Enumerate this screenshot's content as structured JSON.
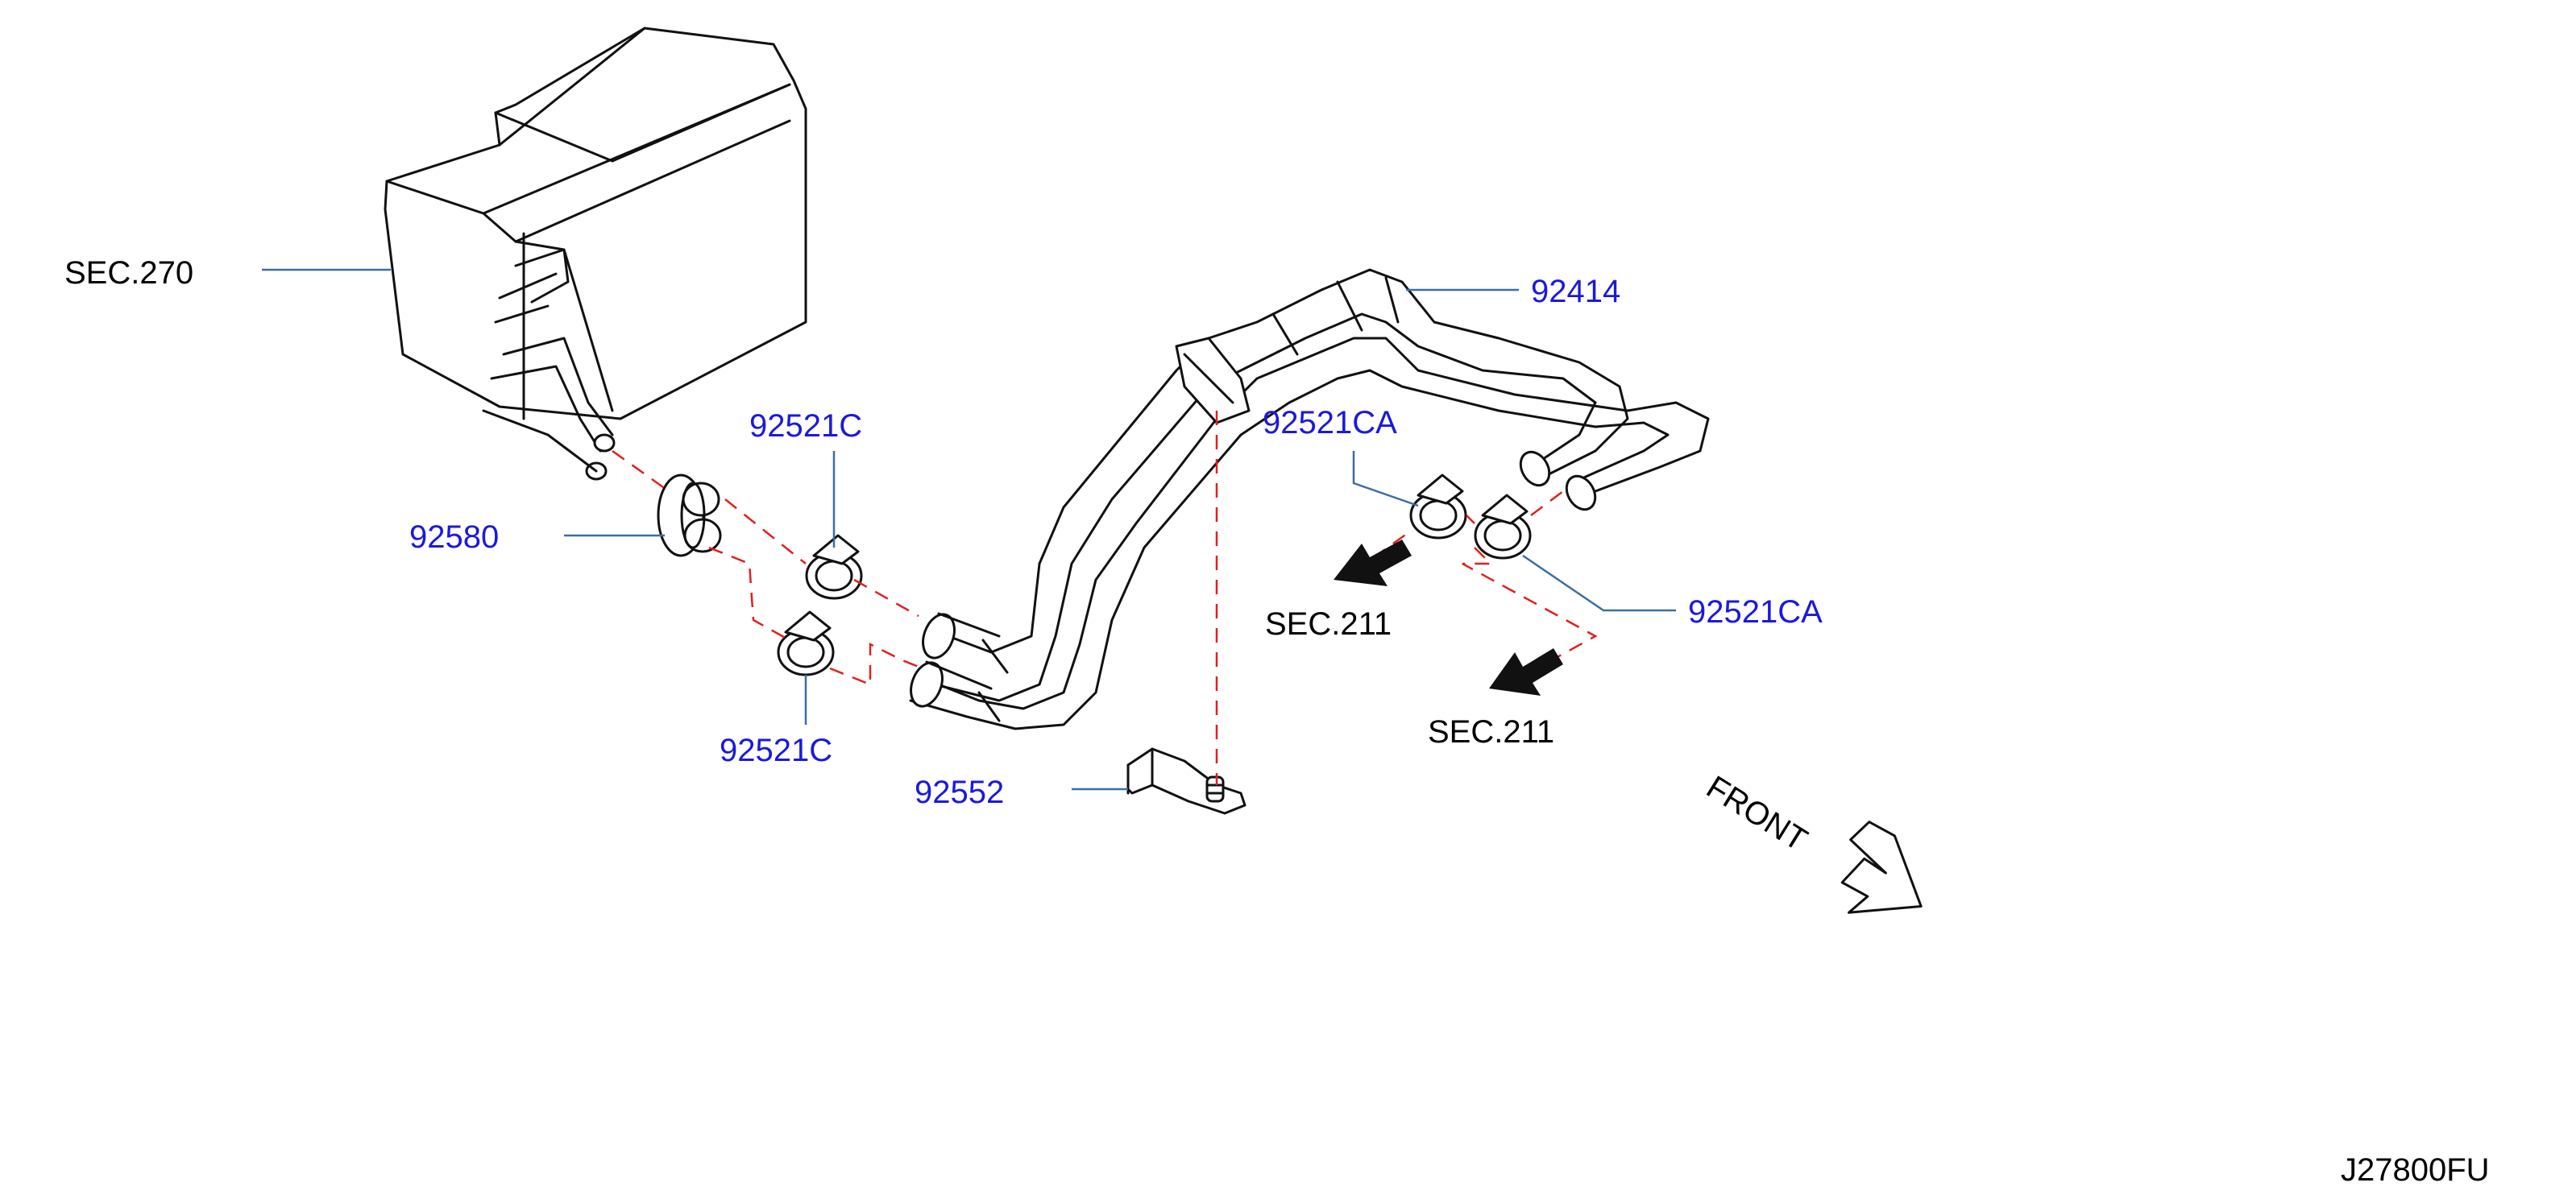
{
  "labels": {
    "sec270": "SEC.270",
    "p92580": "92580",
    "p92521c_top": "92521C",
    "p92521c_bottom": "92521C",
    "p92552": "92552",
    "p92414": "92414",
    "p92521ca_left": "92521CA",
    "p92521ca_right": "92521CA",
    "sec211_left": "SEC.211",
    "sec211_right": "SEC.211",
    "front": "FRONT",
    "diagram_code": "J27800FU"
  },
  "colors": {
    "part_number": "#1a1adb",
    "leader": "#3a6ea5",
    "phantom_line": "#e02020",
    "outline": "#111111"
  }
}
